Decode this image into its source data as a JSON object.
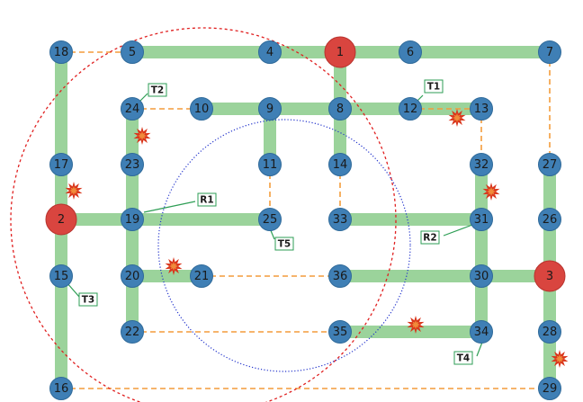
{
  "colors": {
    "road": "#9bd39b",
    "dashed_link": "#f39c3c",
    "node_regular": "#3f7fb5",
    "node_hub": "#d9453f",
    "circle_large": "#e02020",
    "circle_small": "#2233cc",
    "tag_border": "#2e9e55",
    "explosion_outer": "#d9361c",
    "explosion_inner": "#f08a3a"
  },
  "nodes": [
    {
      "id": "1",
      "label": "1",
      "kind": "hub"
    },
    {
      "id": "2",
      "label": "2",
      "kind": "hub"
    },
    {
      "id": "3",
      "label": "3",
      "kind": "hub"
    },
    {
      "id": "4",
      "label": "4",
      "kind": "regular"
    },
    {
      "id": "5",
      "label": "5",
      "kind": "regular"
    },
    {
      "id": "6",
      "label": "6",
      "kind": "regular"
    },
    {
      "id": "7",
      "label": "7",
      "kind": "regular"
    },
    {
      "id": "8",
      "label": "8",
      "kind": "regular"
    },
    {
      "id": "9",
      "label": "9",
      "kind": "regular"
    },
    {
      "id": "10",
      "label": "10",
      "kind": "regular"
    },
    {
      "id": "11",
      "label": "11",
      "kind": "regular"
    },
    {
      "id": "12",
      "label": "12",
      "kind": "regular"
    },
    {
      "id": "13",
      "label": "13",
      "kind": "regular"
    },
    {
      "id": "14",
      "label": "14",
      "kind": "regular"
    },
    {
      "id": "15",
      "label": "15",
      "kind": "regular"
    },
    {
      "id": "16",
      "label": "16",
      "kind": "regular"
    },
    {
      "id": "17",
      "label": "17",
      "kind": "regular"
    },
    {
      "id": "18",
      "label": "18",
      "kind": "regular"
    },
    {
      "id": "19",
      "label": "19",
      "kind": "regular"
    },
    {
      "id": "20",
      "label": "20",
      "kind": "regular"
    },
    {
      "id": "21",
      "label": "21",
      "kind": "regular"
    },
    {
      "id": "22",
      "label": "22",
      "kind": "regular"
    },
    {
      "id": "23",
      "label": "23",
      "kind": "regular"
    },
    {
      "id": "24",
      "label": "24",
      "kind": "regular"
    },
    {
      "id": "25",
      "label": "25",
      "kind": "regular"
    },
    {
      "id": "26",
      "label": "26",
      "kind": "regular"
    },
    {
      "id": "27",
      "label": "27",
      "kind": "regular"
    },
    {
      "id": "28",
      "label": "28",
      "kind": "regular"
    },
    {
      "id": "29",
      "label": "29",
      "kind": "regular"
    },
    {
      "id": "30",
      "label": "30",
      "kind": "regular"
    },
    {
      "id": "31",
      "label": "31",
      "kind": "regular"
    },
    {
      "id": "32",
      "label": "32",
      "kind": "regular"
    },
    {
      "id": "33",
      "label": "33",
      "kind": "regular"
    },
    {
      "id": "34",
      "label": "34",
      "kind": "regular"
    },
    {
      "id": "35",
      "label": "35",
      "kind": "regular"
    },
    {
      "id": "36",
      "label": "36",
      "kind": "regular"
    }
  ],
  "roads": [
    [
      "5",
      "4"
    ],
    [
      "4",
      "1"
    ],
    [
      "1",
      "6"
    ],
    [
      "6",
      "7"
    ],
    [
      "1",
      "8"
    ],
    [
      "10",
      "9"
    ],
    [
      "9",
      "8"
    ],
    [
      "8",
      "12"
    ],
    [
      "12",
      "13"
    ],
    [
      "9",
      "11"
    ],
    [
      "8",
      "14"
    ],
    [
      "18",
      "17"
    ],
    [
      "17",
      "2"
    ],
    [
      "2",
      "15"
    ],
    [
      "15",
      "16"
    ],
    [
      "24",
      "23"
    ],
    [
      "23",
      "19"
    ],
    [
      "19",
      "20"
    ],
    [
      "20",
      "22"
    ],
    [
      "2",
      "19"
    ],
    [
      "19",
      "25"
    ],
    [
      "20",
      "21"
    ],
    [
      "33",
      "31"
    ],
    [
      "36",
      "30"
    ],
    [
      "30",
      "3"
    ],
    [
      "32",
      "31"
    ],
    [
      "31",
      "30"
    ],
    [
      "30",
      "34"
    ],
    [
      "35",
      "34"
    ],
    [
      "27",
      "26"
    ],
    [
      "26",
      "3"
    ],
    [
      "3",
      "28"
    ],
    [
      "28",
      "29"
    ]
  ],
  "dashed_links": [
    [
      "18",
      "5"
    ],
    [
      "24",
      "10"
    ],
    [
      "12",
      "13"
    ],
    [
      "13",
      "32"
    ],
    [
      "7",
      "27"
    ],
    [
      "11",
      "25"
    ],
    [
      "14",
      "33"
    ],
    [
      "21",
      "36"
    ],
    [
      "22",
      "35"
    ],
    [
      "16",
      "29"
    ]
  ],
  "tags": [
    {
      "id": "T1",
      "label": "T1",
      "anchor": "12"
    },
    {
      "id": "T2",
      "label": "T2",
      "anchor": "24"
    },
    {
      "id": "T3",
      "label": "T3",
      "anchor": "15"
    },
    {
      "id": "T4",
      "label": "T4",
      "anchor": "34"
    },
    {
      "id": "T5",
      "label": "T5",
      "anchor": "25"
    },
    {
      "id": "R1",
      "label": "R1",
      "anchor": "19"
    },
    {
      "id": "R2",
      "label": "R2",
      "anchor": "31"
    }
  ],
  "explosions": [
    {
      "id": "e1",
      "near": "24-23"
    },
    {
      "id": "e2",
      "near": "17-2"
    },
    {
      "id": "e3",
      "near": "20-21"
    },
    {
      "id": "e4",
      "near": "12-13"
    },
    {
      "id": "e5",
      "near": "32-31"
    },
    {
      "id": "e6",
      "near": "35-34"
    },
    {
      "id": "e7",
      "near": "28-29"
    }
  ],
  "circles": [
    {
      "id": "large-red",
      "style": "dashed",
      "color_key": "circle_large"
    },
    {
      "id": "small-blue",
      "style": "dotted",
      "color_key": "circle_small"
    }
  ]
}
